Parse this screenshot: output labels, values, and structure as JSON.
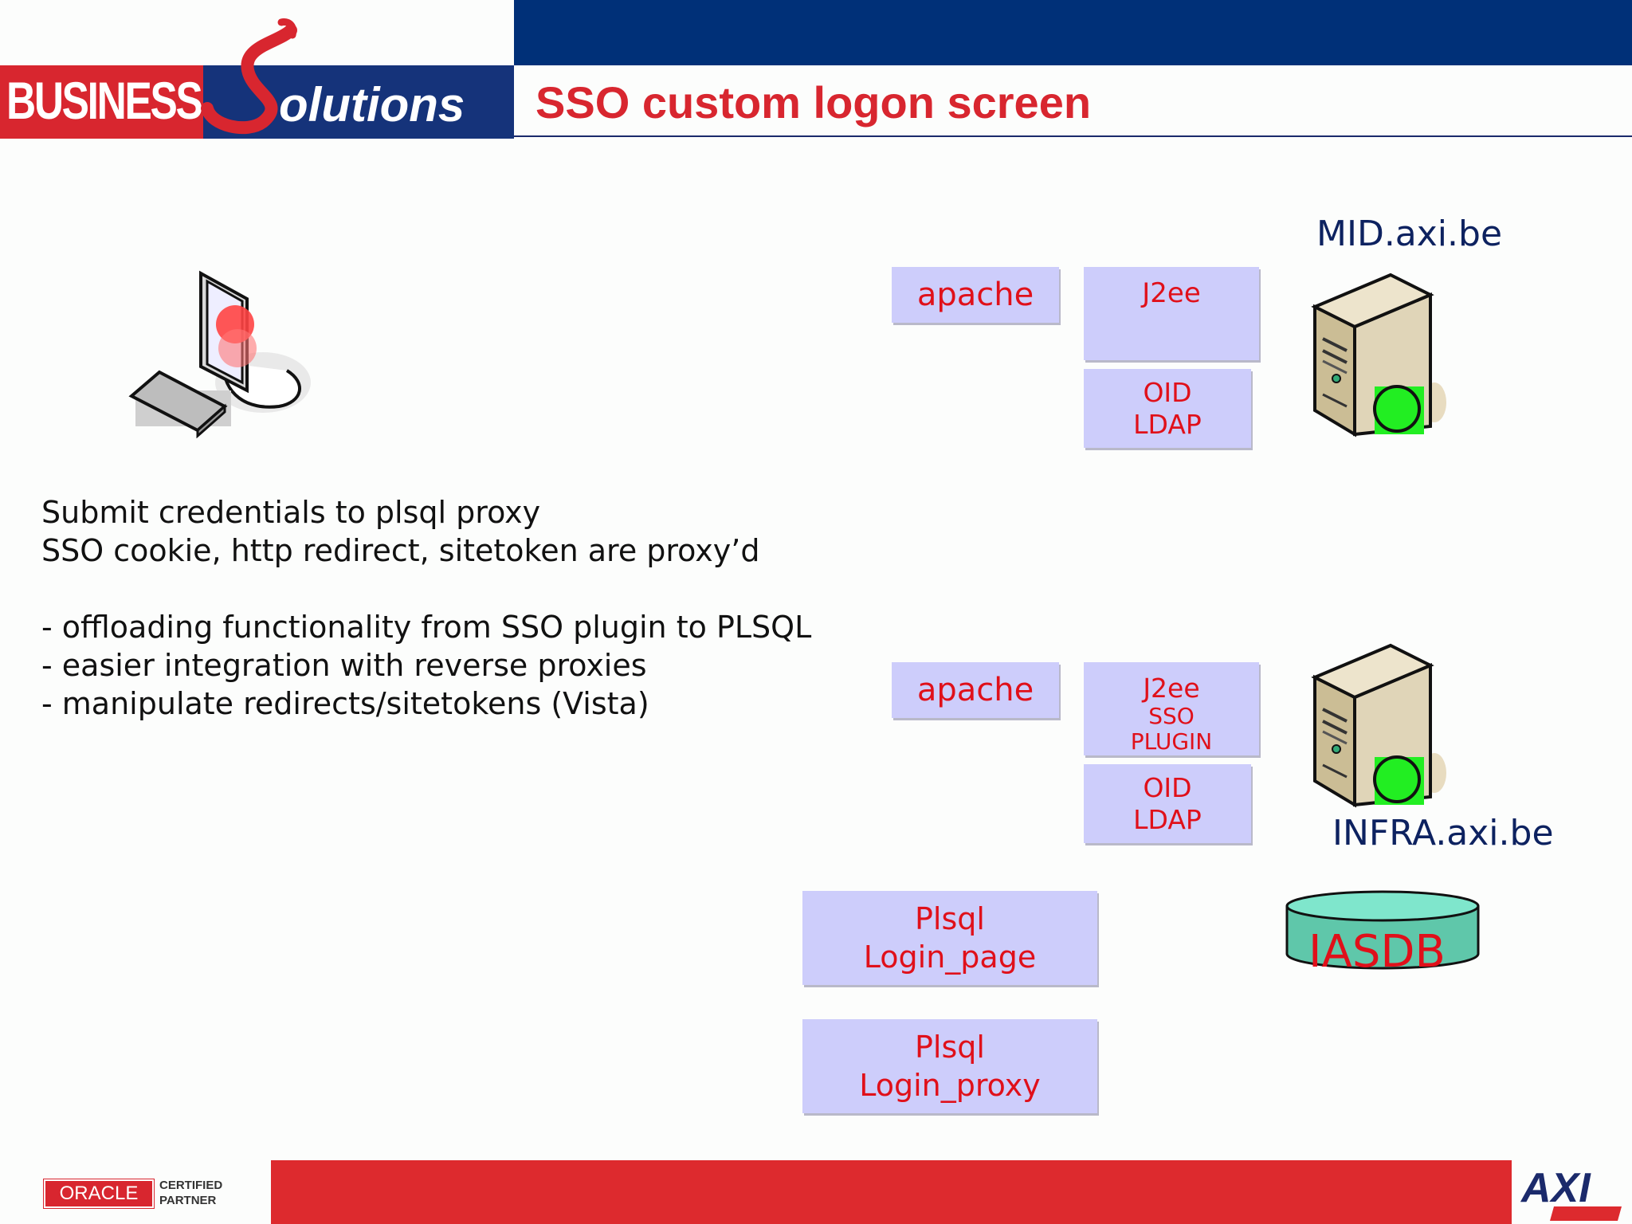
{
  "header": {
    "logo_left": "BUSINESS",
    "logo_right": "olutions",
    "title": "SSO custom logon screen"
  },
  "notes": {
    "line1": "Submit credentials to plsql proxy",
    "line2": "SSO cookie, http redirect, sitetoken are proxy’d",
    "bullets": [
      "- offloading functionality from SSO plugin to PLSQL",
      "- easier integration with reverse proxies",
      "- manipulate redirects/sitetokens (Vista)"
    ]
  },
  "mid_server": {
    "host": "MID.axi.be",
    "apache": "apache",
    "j2ee": "J2ee",
    "oid": [
      "OID",
      "LDAP"
    ]
  },
  "infra_server": {
    "host": "INFRA.axi.be",
    "apache": "apache",
    "j2ee": [
      "J2ee",
      "SSO",
      "PLUGIN"
    ],
    "oid": [
      "OID",
      "LDAP"
    ]
  },
  "plsql_login_page": [
    "Plsql",
    "Login_page"
  ],
  "plsql_login_proxy": [
    "Plsql",
    "Login_proxy"
  ],
  "database": "IASDB",
  "footer": {
    "oracle": "ORACLE",
    "certified": "CERTIFIED",
    "partner": "PARTNER",
    "axi": "AXI"
  },
  "colors": {
    "brand_red": "#d8262f",
    "brand_navy": "#003078",
    "box_fill": "#cdcdfb",
    "status_green": "#22ee22",
    "db_teal": "#6fd9bd"
  }
}
